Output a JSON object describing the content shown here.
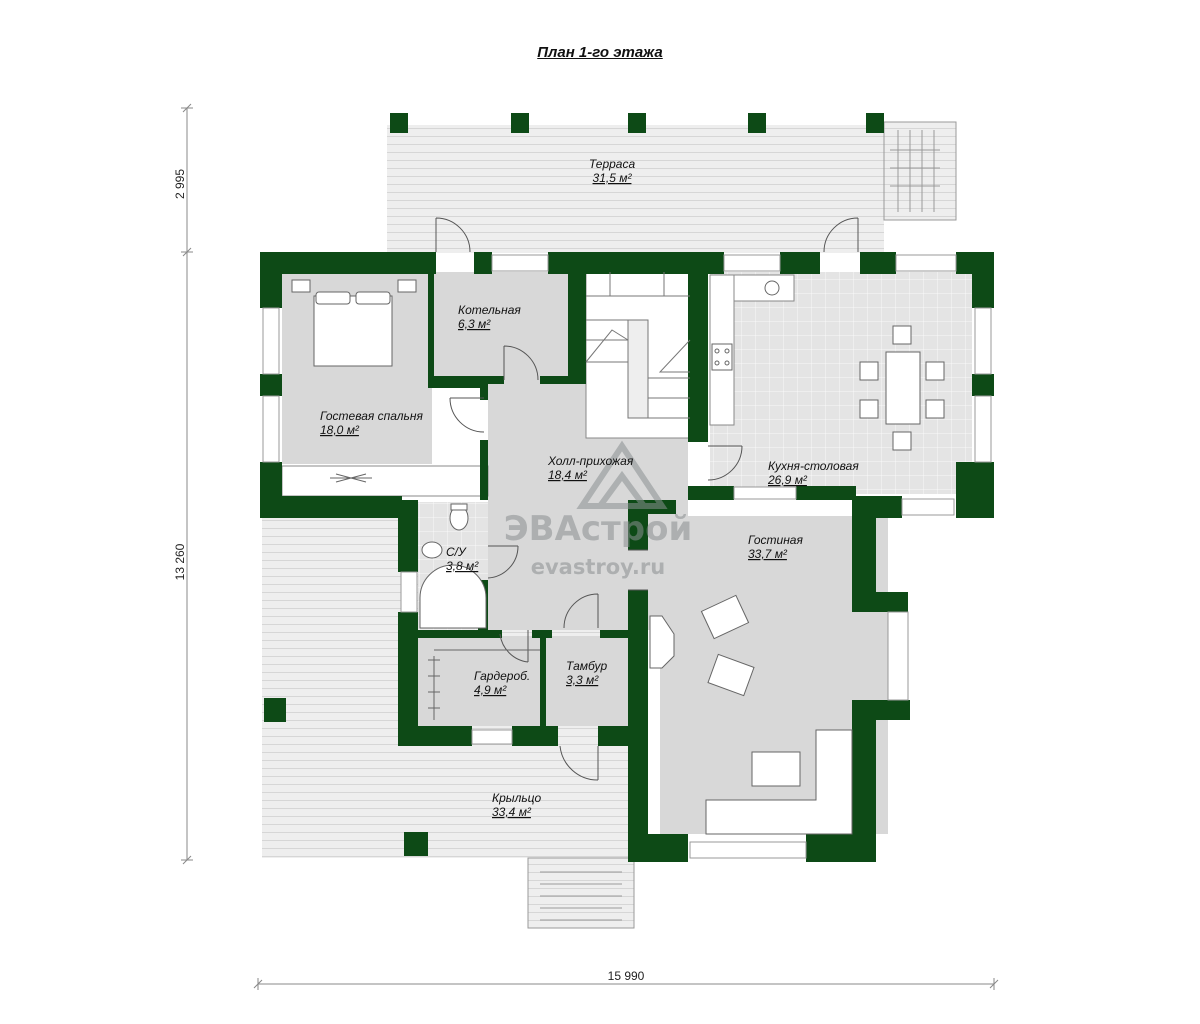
{
  "title": "План 1-го этажа",
  "colors": {
    "wall": "#0d4a16",
    "room_fill": "#dcdcdc",
    "deck_fill": "#eeeeee",
    "tile_line": "#ffffff"
  },
  "rooms": [
    {
      "key": "terrace",
      "name": "Терраса",
      "area": "31,5 м²"
    },
    {
      "key": "boiler",
      "name": "Котельная",
      "area": "6,3 м²"
    },
    {
      "key": "guest_bedroom",
      "name": "Гостевая спальня",
      "area": "18,0 м²"
    },
    {
      "key": "hall",
      "name": "Холл-прихожая",
      "area": "18,4 м²"
    },
    {
      "key": "kitchen",
      "name": "Кухня-столовая",
      "area": "26,9 м²"
    },
    {
      "key": "bathroom",
      "name": "С/У",
      "area": "3,8 м²"
    },
    {
      "key": "living",
      "name": "Гостиная",
      "area": "33,7 м²"
    },
    {
      "key": "wardrobe",
      "name": "Гардероб.",
      "area": "4,9 м²"
    },
    {
      "key": "vestibule",
      "name": "Тамбур",
      "area": "3,3 м²"
    },
    {
      "key": "porch",
      "name": "Крыльцо",
      "area": "33,4 м²"
    }
  ],
  "dimensions": {
    "terrace_depth": "2 995",
    "total_depth": "13 260",
    "total_width": "15 990"
  },
  "watermark": {
    "brand": "ЭВАстрой",
    "site": "evastroy.ru"
  }
}
